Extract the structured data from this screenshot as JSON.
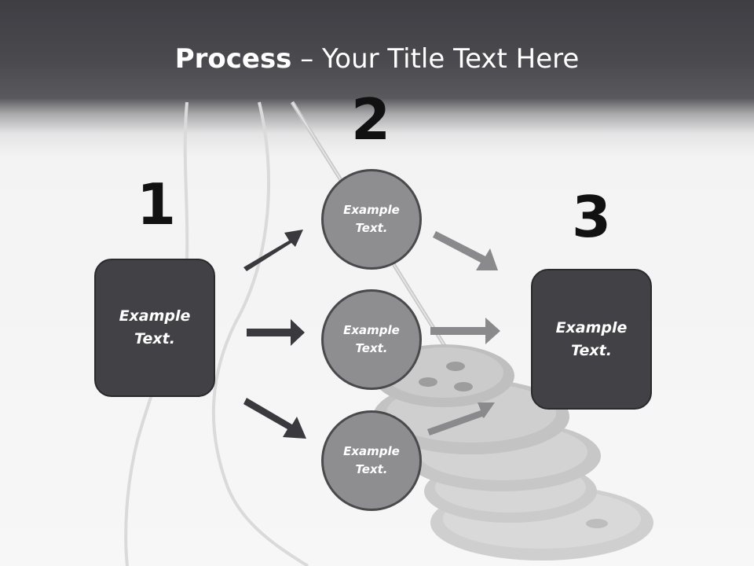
{
  "title": {
    "bold": "Process",
    "rest": " – Your Title Text Here"
  },
  "steps": {
    "one": {
      "number": "1",
      "line1": "Example",
      "line2": "Text."
    },
    "two": {
      "number": "2"
    },
    "three": {
      "number": "3",
      "line1": "Example",
      "line2": "Text."
    }
  },
  "circles": [
    {
      "line1": "Example",
      "line2": "Text."
    },
    {
      "line1": "Example",
      "line2": "Text."
    },
    {
      "line1": "Example",
      "line2": "Text."
    }
  ],
  "colors": {
    "dark_box": "#424146",
    "circle_fill": "#8e8d90",
    "dark_arrow": "#3a393d",
    "light_arrow": "#8a898c"
  }
}
